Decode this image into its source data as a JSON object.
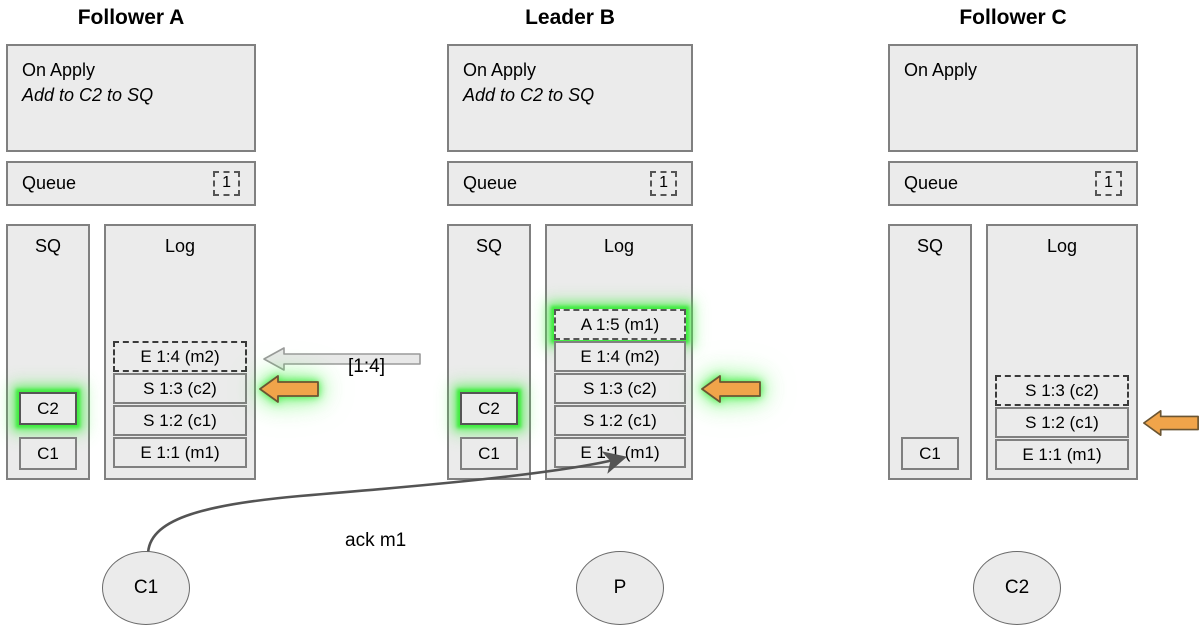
{
  "diagram": {
    "title_ids": [
      "follower-a",
      "leader-b",
      "follower-c"
    ],
    "nodes": [
      {
        "id": "follower-a",
        "title": "Follower A",
        "on_apply": {
          "header": "On Apply",
          "action": "Add to C2 to SQ"
        },
        "queue": {
          "label": "Queue",
          "count": "1"
        },
        "sq": {
          "header": "SQ",
          "entries": [
            {
              "label": "C2",
              "style": "solid",
              "highlight": true
            },
            {
              "label": "C1",
              "style": "solid",
              "highlight": false
            }
          ]
        },
        "log": {
          "header": "Log",
          "entries": [
            {
              "label": "E 1:4 (m2)",
              "style": "dashed",
              "highlight": false
            },
            {
              "label": "S 1:3 (c2)",
              "style": "solid",
              "highlight": false
            },
            {
              "label": "S 1:2 (c1)",
              "style": "solid",
              "highlight": false
            },
            {
              "label": "E 1:1 (m1)",
              "style": "solid",
              "highlight": false
            }
          ]
        }
      },
      {
        "id": "leader-b",
        "title": "Leader B",
        "on_apply": {
          "header": "On Apply",
          "action": "Add to C2 to SQ"
        },
        "queue": {
          "label": "Queue",
          "count": "1"
        },
        "sq": {
          "header": "SQ",
          "entries": [
            {
              "label": "C2",
              "style": "solid",
              "highlight": true
            },
            {
              "label": "C1",
              "style": "solid",
              "highlight": false
            }
          ]
        },
        "log": {
          "header": "Log",
          "entries": [
            {
              "label": "A 1:5 (m1)",
              "style": "dashed",
              "highlight": true
            },
            {
              "label": "E 1:4 (m2)",
              "style": "solid",
              "highlight": false
            },
            {
              "label": "S 1:3 (c2)",
              "style": "solid",
              "highlight": false
            },
            {
              "label": "S 1:2 (c1)",
              "style": "solid",
              "highlight": false
            },
            {
              "label": "E 1:1 (m1)",
              "style": "solid",
              "highlight": false
            }
          ]
        }
      },
      {
        "id": "follower-c",
        "title": "Follower C",
        "on_apply": {
          "header": "On Apply",
          "action": ""
        },
        "queue": {
          "label": "Queue",
          "count": "1"
        },
        "sq": {
          "header": "SQ",
          "entries": [
            {
              "label": "C1",
              "style": "solid",
              "highlight": false
            }
          ]
        },
        "log": {
          "header": "Log",
          "entries": [
            {
              "label": "S 1:3 (c2)",
              "style": "dashed",
              "highlight": false
            },
            {
              "label": "S 1:2 (c1)",
              "style": "solid",
              "highlight": false
            },
            {
              "label": "E 1:1 (m1)",
              "style": "solid",
              "highlight": false
            }
          ]
        }
      }
    ],
    "arrows": {
      "replication_arrow_label": "[1:4]",
      "replication_arrow_color": "#e8e8e8",
      "commit_arrow_color": "#f0a44a",
      "commit_arrow_border": "#6b5532",
      "glow_color": "#3ceb3c"
    },
    "flow": {
      "ack_label": "ack m1"
    },
    "actors": [
      {
        "id": "client-c1",
        "label": "C1"
      },
      {
        "id": "producer-p",
        "label": "P"
      },
      {
        "id": "client-c2",
        "label": "C2"
      }
    ],
    "colors": {
      "box_fill": "#ebebeb",
      "box_border": "#808080",
      "text": "#000000",
      "accent_green": "#3ceb3c",
      "accent_orange": "#f0a44a"
    }
  }
}
